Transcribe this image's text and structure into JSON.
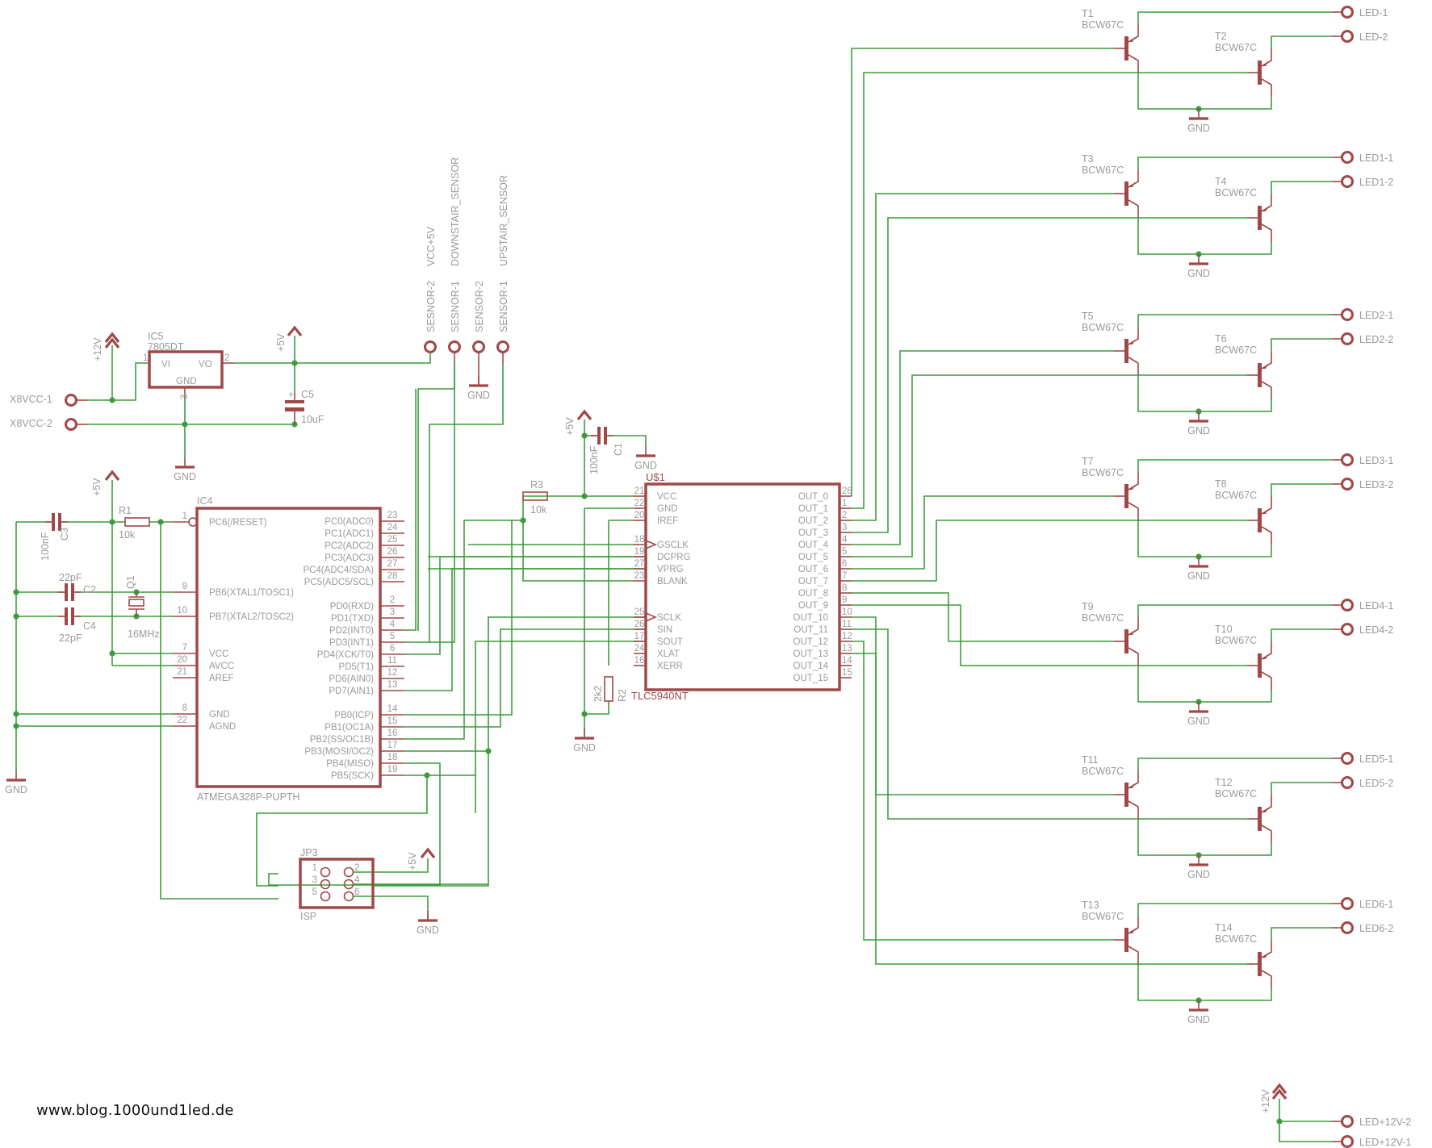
{
  "footer": "www.blog.1000und1led.de",
  "power": {
    "p12v": "+12V",
    "p5v": "+5V",
    "gnd": "GND"
  },
  "regulator": {
    "name": "IC5",
    "value": "7805DT",
    "pins": {
      "vi": "VI",
      "vo": "VO",
      "gnd": "GND",
      "n1": "1",
      "n2": "2",
      "n3": "3"
    }
  },
  "supply_pads": [
    "X8VCC-1",
    "X8VCC-2"
  ],
  "c5": {
    "name": "C5",
    "value": "10uF"
  },
  "sensors": {
    "pads": [
      "SESNOR-2",
      "SESNOR-1",
      "SENSOR-2",
      "SENSOR-1"
    ],
    "groups": [
      "VCC+5V",
      "DOWNSTAIR_SENSOR",
      "UPSTAIR_SENSOR"
    ]
  },
  "c3": {
    "name": "C3",
    "value": "100nF"
  },
  "r1": {
    "name": "R1",
    "value": "10k"
  },
  "c2": {
    "name": "C2",
    "value": "22pF"
  },
  "c4": {
    "name": "C4",
    "value": "22pF"
  },
  "q1": {
    "name": "Q1",
    "value": "16MHz"
  },
  "mcu": {
    "name": "IC4",
    "value": "ATMEGA328P-PUPTH",
    "left_pins": [
      {
        "num": "1",
        "label": "PC6(/RESET)"
      },
      {
        "num": "9",
        "label": "PB6(XTAL1/TOSC1)"
      },
      {
        "num": "10",
        "label": "PB7(XTAL2/TOSC2)"
      },
      {
        "num": "7",
        "label": "VCC"
      },
      {
        "num": "20",
        "label": "AVCC"
      },
      {
        "num": "21",
        "label": "AREF"
      },
      {
        "num": "8",
        "label": "GND"
      },
      {
        "num": "22",
        "label": "AGND"
      }
    ],
    "right_pins": [
      {
        "num": "23",
        "label": "PC0(ADC0)"
      },
      {
        "num": "24",
        "label": "PC1(ADC1)"
      },
      {
        "num": "25",
        "label": "PC2(ADC2)"
      },
      {
        "num": "26",
        "label": "PC3(ADC3)"
      },
      {
        "num": "27",
        "label": "PC4(ADC4/SDA)"
      },
      {
        "num": "28",
        "label": "PC5(ADC5/SCL)"
      },
      {
        "num": "2",
        "label": "PD0(RXD)"
      },
      {
        "num": "3",
        "label": "PD1(TXD)"
      },
      {
        "num": "4",
        "label": "PD2(INT0)"
      },
      {
        "num": "5",
        "label": "PD3(INT1)"
      },
      {
        "num": "6",
        "label": "PD4(XCK/T0)"
      },
      {
        "num": "11",
        "label": "PD5(T1)"
      },
      {
        "num": "12",
        "label": "PD6(AIN0)"
      },
      {
        "num": "13",
        "label": "PD7(AIN1)"
      },
      {
        "num": "14",
        "label": "PB0(ICP)"
      },
      {
        "num": "15",
        "label": "PB1(OC1A)"
      },
      {
        "num": "16",
        "label": "PB2(SS/OC1B)"
      },
      {
        "num": "17",
        "label": "PB3(MOSI/OC2)"
      },
      {
        "num": "18",
        "label": "PB4(MISO)"
      },
      {
        "num": "19",
        "label": "PB5(SCK)"
      }
    ]
  },
  "isp": {
    "name": "JP3",
    "value": "ISP",
    "pins": [
      "1",
      "2",
      "3",
      "4",
      "5",
      "6"
    ]
  },
  "c1": {
    "name": "C1",
    "value": "100nF"
  },
  "r3": {
    "name": "R3",
    "value": "10k"
  },
  "r2": {
    "name": "R2",
    "value": "2k2"
  },
  "driver": {
    "name": "U$1",
    "value": "TLC5940NT",
    "left_pins": [
      {
        "num": "21",
        "label": "VCC"
      },
      {
        "num": "22",
        "label": "GND"
      },
      {
        "num": "20",
        "label": "IREF"
      },
      {
        "num": "18",
        "label": "GSCLK",
        "clock": true
      },
      {
        "num": "19",
        "label": "DCPRG"
      },
      {
        "num": "27",
        "label": "VPRG"
      },
      {
        "num": "23",
        "label": "BLANK"
      },
      {
        "num": "25",
        "label": "SCLK",
        "clock": true
      },
      {
        "num": "26",
        "label": "SIN"
      },
      {
        "num": "17",
        "label": "SOUT"
      },
      {
        "num": "24",
        "label": "XLAT"
      },
      {
        "num": "16",
        "label": "XERR"
      }
    ],
    "right_pins": [
      {
        "num": "28",
        "label": "OUT_0"
      },
      {
        "num": "1",
        "label": "OUT_1"
      },
      {
        "num": "2",
        "label": "OUT_2"
      },
      {
        "num": "3",
        "label": "OUT_3"
      },
      {
        "num": "4",
        "label": "OUT_4"
      },
      {
        "num": "5",
        "label": "OUT_5"
      },
      {
        "num": "6",
        "label": "OUT_6"
      },
      {
        "num": "7",
        "label": "OUT_7"
      },
      {
        "num": "8",
        "label": "OUT_8"
      },
      {
        "num": "9",
        "label": "OUT_9"
      },
      {
        "num": "10",
        "label": "OUT_10"
      },
      {
        "num": "11",
        "label": "OUT_11"
      },
      {
        "num": "12",
        "label": "OUT_12"
      },
      {
        "num": "13",
        "label": "OUT_13"
      },
      {
        "num": "14",
        "label": "OUT_14"
      },
      {
        "num": "15",
        "label": "OUT_15"
      }
    ]
  },
  "transistor_pairs": [
    {
      "a": "T1",
      "b": "T2",
      "type": "BCW67C",
      "led_a": "LED-1",
      "led_b": "LED-2"
    },
    {
      "a": "T3",
      "b": "T4",
      "type": "BCW67C",
      "led_a": "LED1-1",
      "led_b": "LED1-2"
    },
    {
      "a": "T5",
      "b": "T6",
      "type": "BCW67C",
      "led_a": "LED2-1",
      "led_b": "LED2-2"
    },
    {
      "a": "T7",
      "b": "T8",
      "type": "BCW67C",
      "led_a": "LED3-1",
      "led_b": "LED3-2"
    },
    {
      "a": "T9",
      "b": "T10",
      "type": "BCW67C",
      "led_a": "LED4-1",
      "led_b": "LED4-2"
    },
    {
      "a": "T11",
      "b": "T12",
      "type": "BCW67C",
      "led_a": "LED5-1",
      "led_b": "LED5-2"
    },
    {
      "a": "T13",
      "b": "T14",
      "type": "BCW67C",
      "led_a": "LED6-1",
      "led_b": "LED6-2"
    }
  ],
  "led_supply": {
    "pads": [
      "LED+12V-2",
      "LED+12V-1"
    ]
  }
}
